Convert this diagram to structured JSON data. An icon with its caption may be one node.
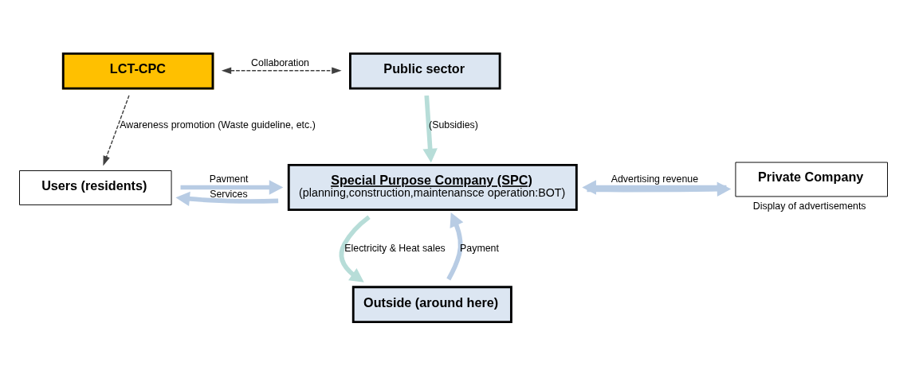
{
  "diagram": {
    "nodes": [
      {
        "text": [
          "LCT-CPC"
        ]
      },
      {
        "text": [
          "Public sector"
        ]
      },
      {
        "text": [
          "Special Purpose Company (SPC)",
          "(planning,construction,maintenansce operation:BOT)"
        ]
      },
      {
        "text": [
          "Users (residents)"
        ]
      },
      {
        "text": [
          "Private Company"
        ],
        "beside": [
          "Display of advertisements"
        ]
      },
      {
        "text": [
          "Outside (around here)"
        ]
      }
    ],
    "edges": [
      {
        "from": 0,
        "to": 1,
        "arrow": "both",
        "label": "Collaboration",
        "style": "dashed",
        "color": "#404040"
      },
      {
        "from": 0,
        "to": 3,
        "arrow": "to",
        "label": "Awareness promotion (Waste guideline, etc.)",
        "style": "dashed",
        "color": "#404040"
      },
      {
        "from": 1,
        "to": 2,
        "arrow": "to",
        "label": "(Subsidies)",
        "color": "#b7ddd8"
      },
      {
        "from": 2,
        "to": 3,
        "arrow": "to",
        "label": "Services"
      },
      {
        "from": 3,
        "to": 2,
        "arrow": "to",
        "label": "Pavment"
      },
      {
        "from": 4,
        "to": 2,
        "arrow": "to",
        "label": "Advertising revenue"
      },
      {
        "from": 2,
        "to": 4,
        "arrow": "to"
      },
      {
        "from": 2,
        "to": 5,
        "arrow": "to",
        "label": "Electricity & Heat sales",
        "color": "#b7ddd8"
      },
      {
        "from": 5,
        "to": 2,
        "arrow": "to",
        "label": "Payment"
      }
    ]
  }
}
